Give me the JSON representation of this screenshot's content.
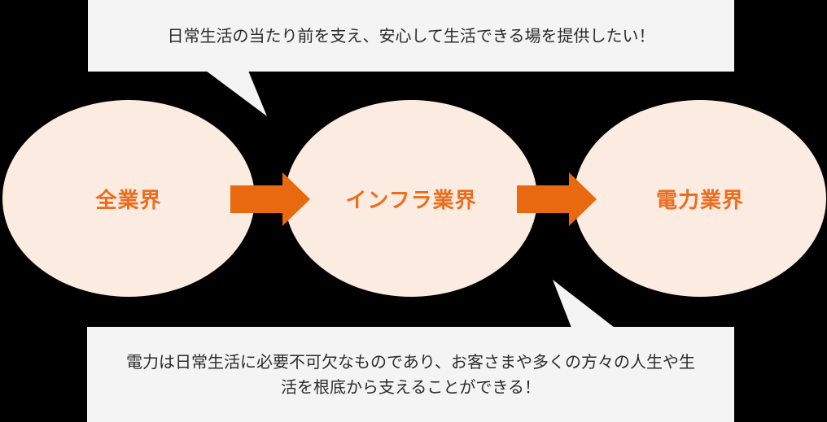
{
  "colors": {
    "background": "#000000",
    "bubble_bg": "#f4f4f4",
    "bubble_text": "#2b2b2b",
    "ellipse_fill": "#fcebe0",
    "label_orange": "#ed6c1e",
    "arrow_orange": "#e8690f"
  },
  "top_bubble": {
    "text": "日常生活の当たり前を支え、安心して生活できる場を提供したい！"
  },
  "flow": {
    "stages": [
      {
        "label": "全業界"
      },
      {
        "label": "インフラ業界"
      },
      {
        "label": "電力業界"
      }
    ]
  },
  "bottom_bubble": {
    "lines": [
      "電力は日常生活に必要不可欠なものであり、お客さまや多くの方々の人生や生",
      "活を根底から支えることができる！"
    ]
  }
}
